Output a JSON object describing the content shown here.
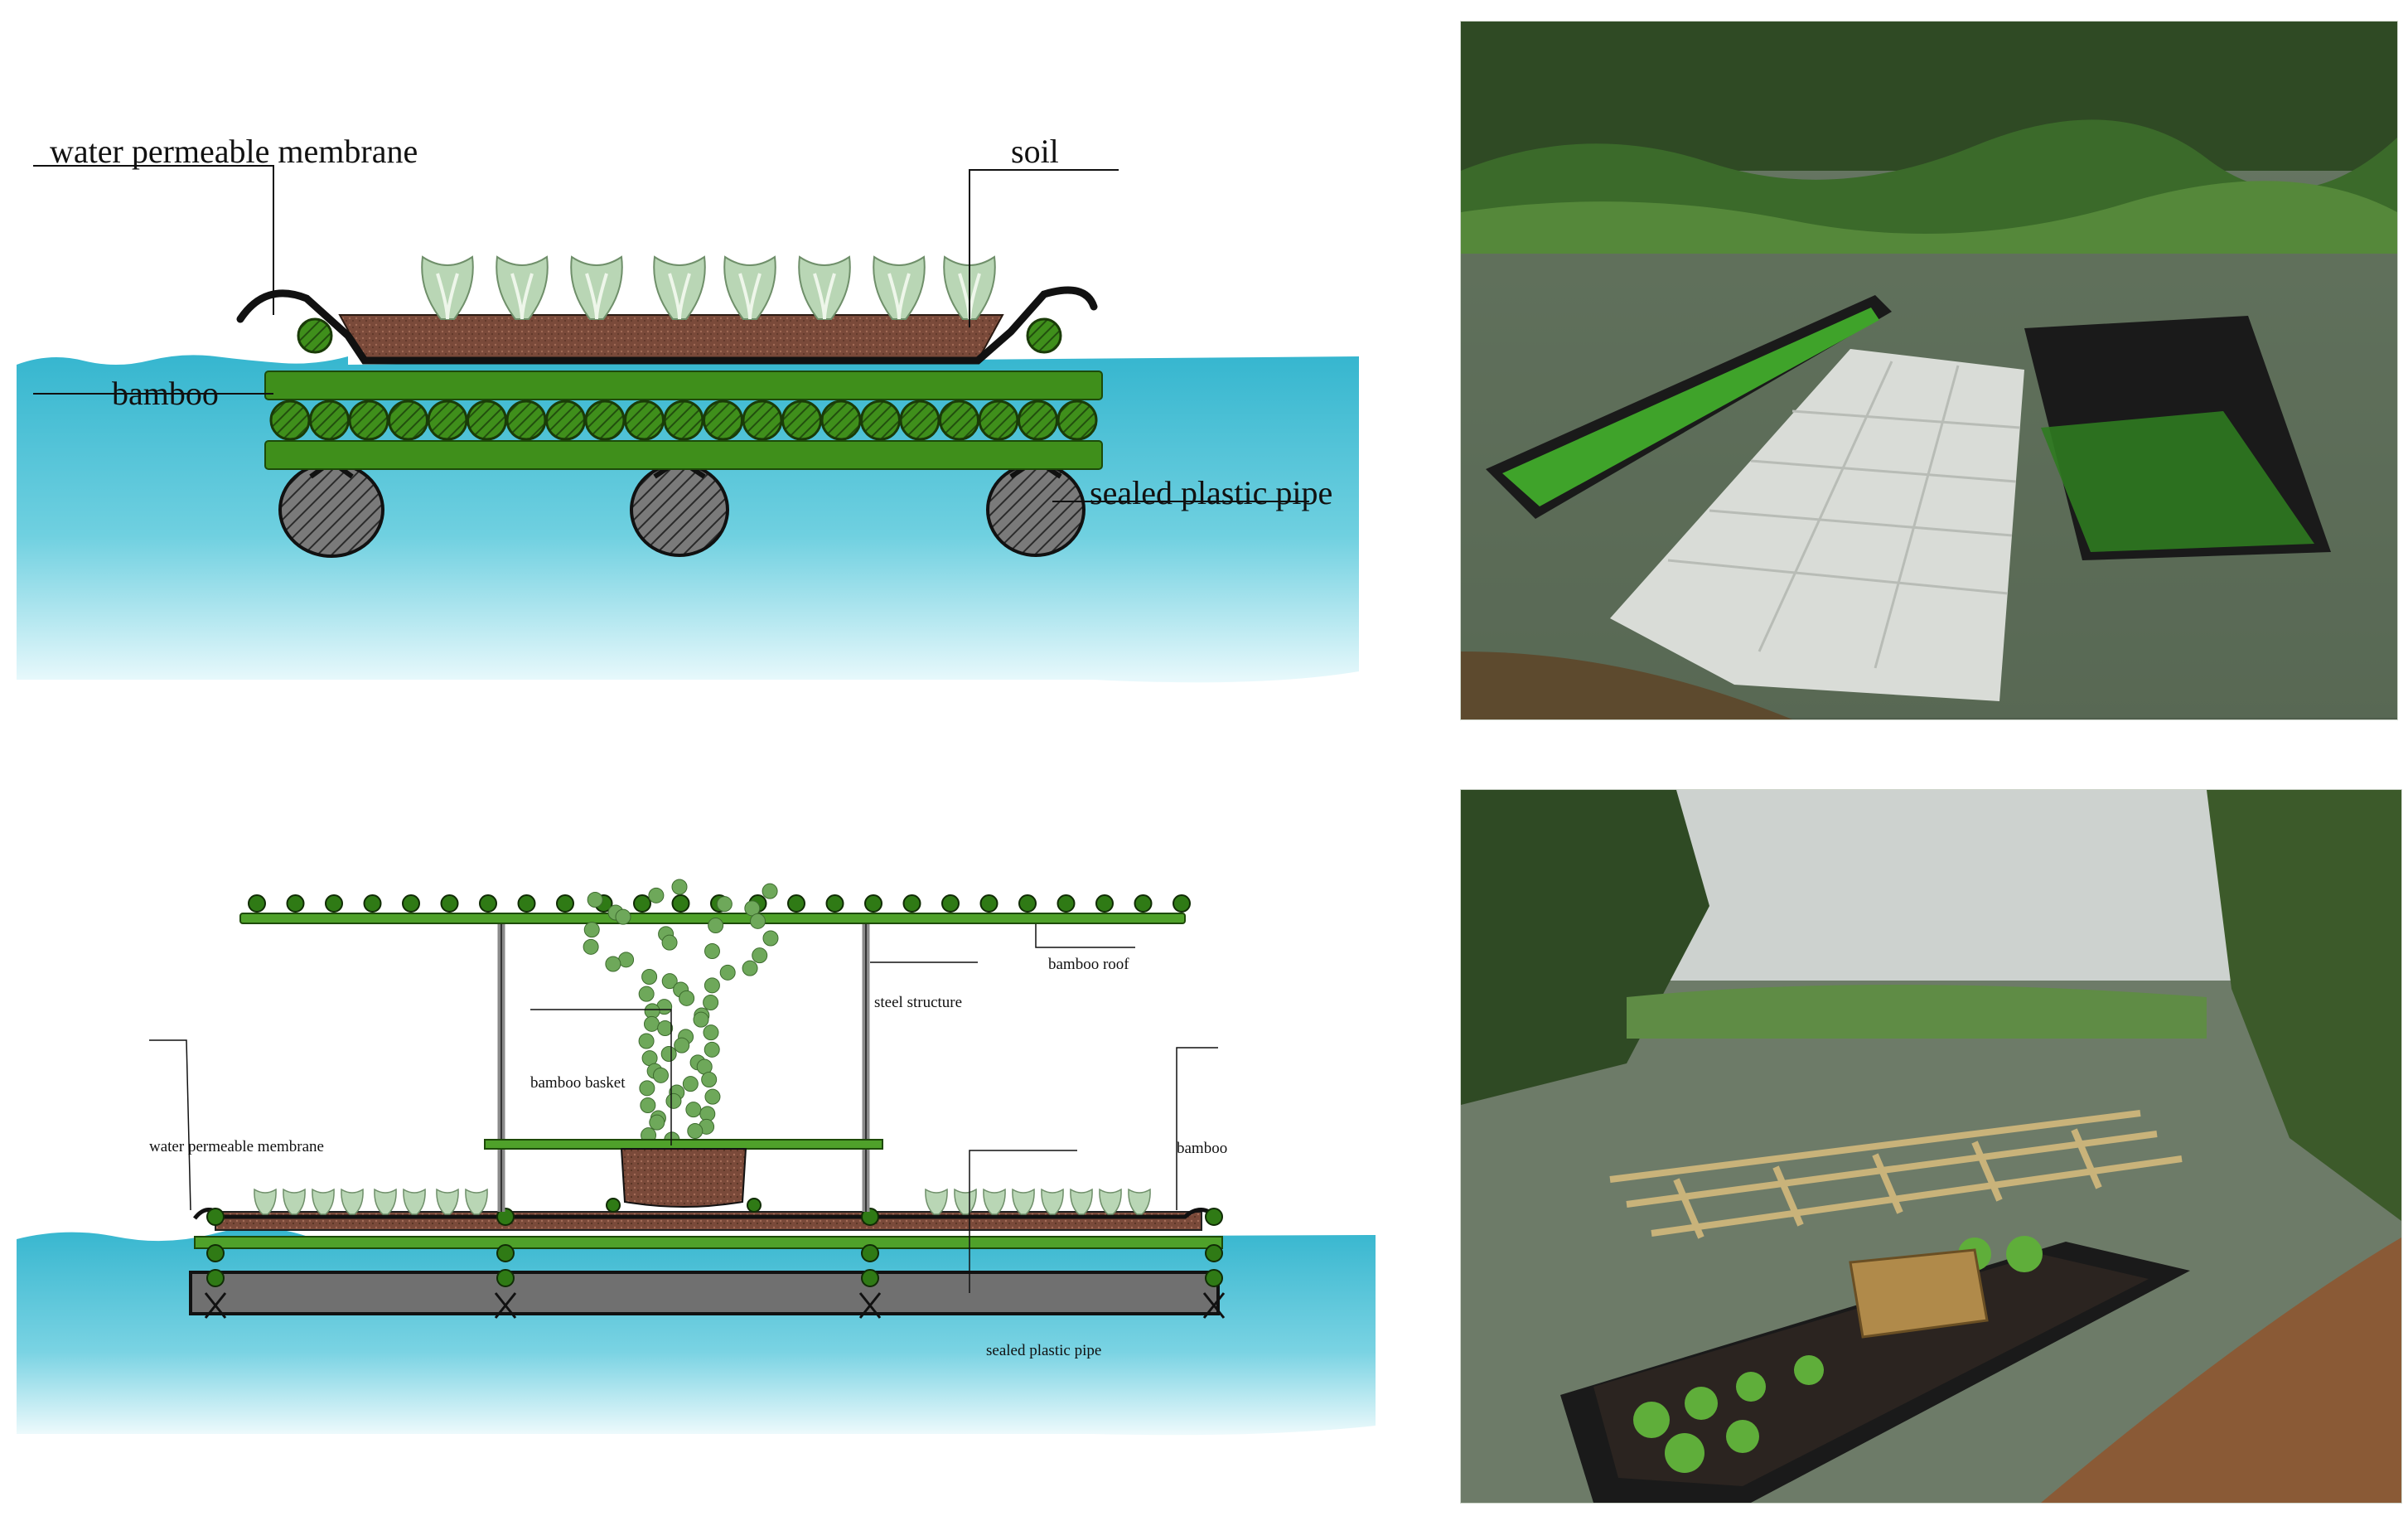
{
  "diagram_top": {
    "labels": {
      "membrane": "water permeable membrane",
      "soil": "soil",
      "bamboo": "bamboo",
      "pipe": "sealed plastic pipe"
    }
  },
  "diagram_bottom": {
    "labels": {
      "roof": "bamboo roof",
      "steel": "steel structure",
      "basket": "bamboo basket",
      "membrane": "water permeable membrane",
      "bamboo": "bamboo",
      "pipe": "sealed plastic pipe"
    }
  },
  "photos": {
    "top": {
      "icon": "floating-garden-photo"
    },
    "bottom": {
      "icon": "floating-garden-with-roof-photo"
    }
  },
  "colors": {
    "water_light": "#bfeff6",
    "water_mid": "#5dc8dc",
    "water_dark": "#2fb1cc",
    "bamboo_green": "#3f8f1b",
    "bamboo_light": "#69b53a",
    "soil": "#7a4a3a",
    "pipe_gray": "#6e6e6e",
    "steel": "#8a8a8a"
  }
}
